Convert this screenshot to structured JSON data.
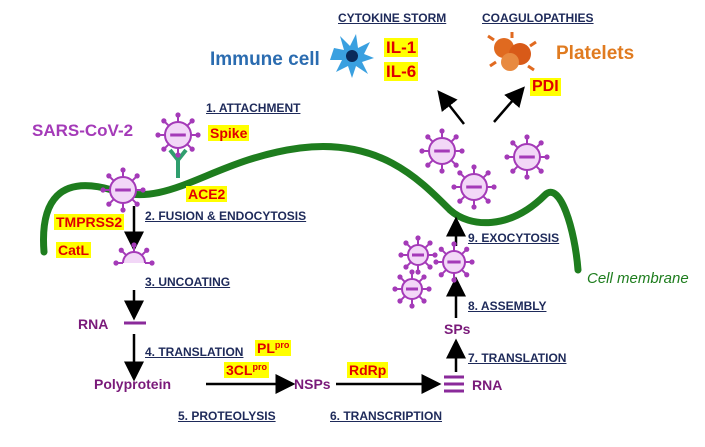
{
  "header": {
    "cytokine_storm": "CYTOKINE STORM",
    "coagulopathies": "COAGULOPATHIES"
  },
  "labels": {
    "immune_cell": "Immune cell",
    "il1": "IL-1",
    "il6": "IL-6",
    "platelets": "Platelets",
    "pdi": "PDI",
    "sars_cov_2": "SARS-CoV-2",
    "spike": "Spike",
    "ace2": "ACE2",
    "tmprss2": "TMPRSS2",
    "catl": "CatL",
    "cell_membrane": "Cell membrane",
    "rna_left": "RNA",
    "rna_right": "RNA",
    "polyprotein": "Polyprotein",
    "nsps": "NSPs",
    "sps": "SPs",
    "plpro_base": "PL",
    "plpro_sup": "pro",
    "clpro_base": "3CL",
    "clpro_sup": "pro",
    "rdrp": "RdRp"
  },
  "steps": {
    "s1": "1. ATTACHMENT",
    "s2": "2. FUSION & ENDOCYTOSIS",
    "s3": "3. UNCOATING",
    "s4": "4. TRANSLATION",
    "s5": "5. PROTEOLYSIS",
    "s6": "6. TRANSCRIPTION",
    "s7": "7. TRANSLATION",
    "s8": "8. ASSEMBLY",
    "s9": "9. EXOCYTOSIS"
  },
  "colors": {
    "membrane": "#1e7d1e",
    "virus": "#a43ab8",
    "virus_fill": "#f2d7f7",
    "highlight": "#ffff00",
    "highlight_text": "#e00000",
    "step_text": "#1e2a5a",
    "immune_text": "#2b6cb0",
    "platelet_text": "#e07b20",
    "ace2": "#2f9e6e"
  }
}
